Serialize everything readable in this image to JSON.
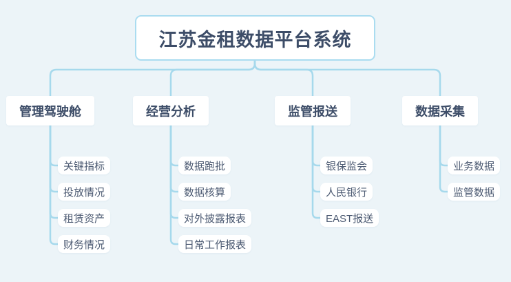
{
  "title": "江苏金租数据平台系统",
  "branches": [
    {
      "label": "管理驾驶舱",
      "children": [
        "关键指标",
        "投放情况",
        "租赁资产",
        "财务情况"
      ]
    },
    {
      "label": "经营分析",
      "children": [
        "数据跑批",
        "数据核算",
        "对外披露报表",
        "日常工作报表"
      ]
    },
    {
      "label": "监管报送",
      "children": [
        "银保监会",
        "人民银行",
        "EAST报送"
      ]
    },
    {
      "label": "数据采集",
      "children": [
        "业务数据",
        "监管数据"
      ]
    }
  ],
  "colors": {
    "background": "#ecf4f8",
    "connector": "#a6d9ec",
    "title_border": "#aadcf0",
    "node_background": "#ffffff",
    "title_text": "#3d4d68",
    "branch_text": "#3d4d68",
    "child_text": "#4d5b73"
  }
}
